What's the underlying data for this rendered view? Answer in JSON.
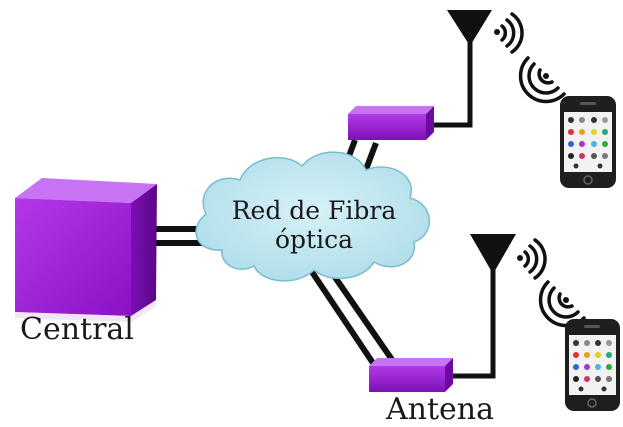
{
  "central": {
    "label": "Central"
  },
  "network": {
    "line1": "Red de Fibra",
    "line2": "óptica"
  },
  "antenna": {
    "label": "Antena"
  },
  "colors": {
    "box_front": "#a51ee0",
    "box_top": "#c96af4",
    "box_side": "#6d0aa3",
    "cloud_fill": "#bfe8f2",
    "cloud_stroke": "#6fb7cc",
    "cable": "#111111",
    "phone_body": "#1e1e1e",
    "phone_screen": "#f2f2f2"
  },
  "icons": [
    "cube-icon",
    "cloud-icon",
    "antenna-tower-icon",
    "wireless-signal-icon",
    "smartphone-icon",
    "transmitter-box-icon"
  ]
}
